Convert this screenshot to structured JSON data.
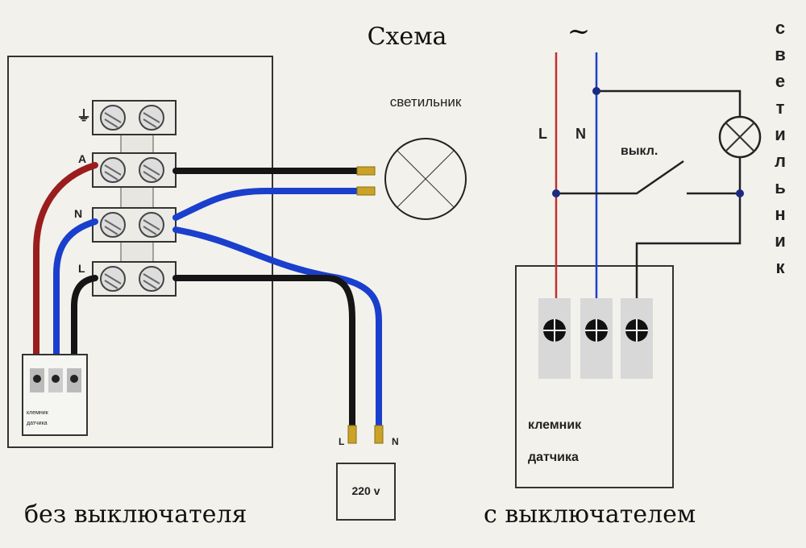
{
  "title": "Схема",
  "ac_symbol": "~",
  "vertical_label": "светильник",
  "left": {
    "lamp_label": "светильник",
    "terminal_labels": [
      "⏚",
      "A",
      "N",
      "L"
    ],
    "sensor_terminal_label_1": "клемник",
    "sensor_terminal_label_2": "датчика",
    "supply_L": "L",
    "supply_N": "N",
    "supply_label": "220 v",
    "caption": "без выключателя"
  },
  "right": {
    "L_label": "L",
    "N_label": "N",
    "switch_label": "выкл.",
    "sensor_terminal_label_1": "клемник",
    "sensor_terminal_label_2": "датчика",
    "caption": "с выключателем"
  },
  "colors": {
    "phase": "#b02020",
    "neutral": "#1a3fcc",
    "load": "#151515",
    "tip": "#c9a227"
  }
}
